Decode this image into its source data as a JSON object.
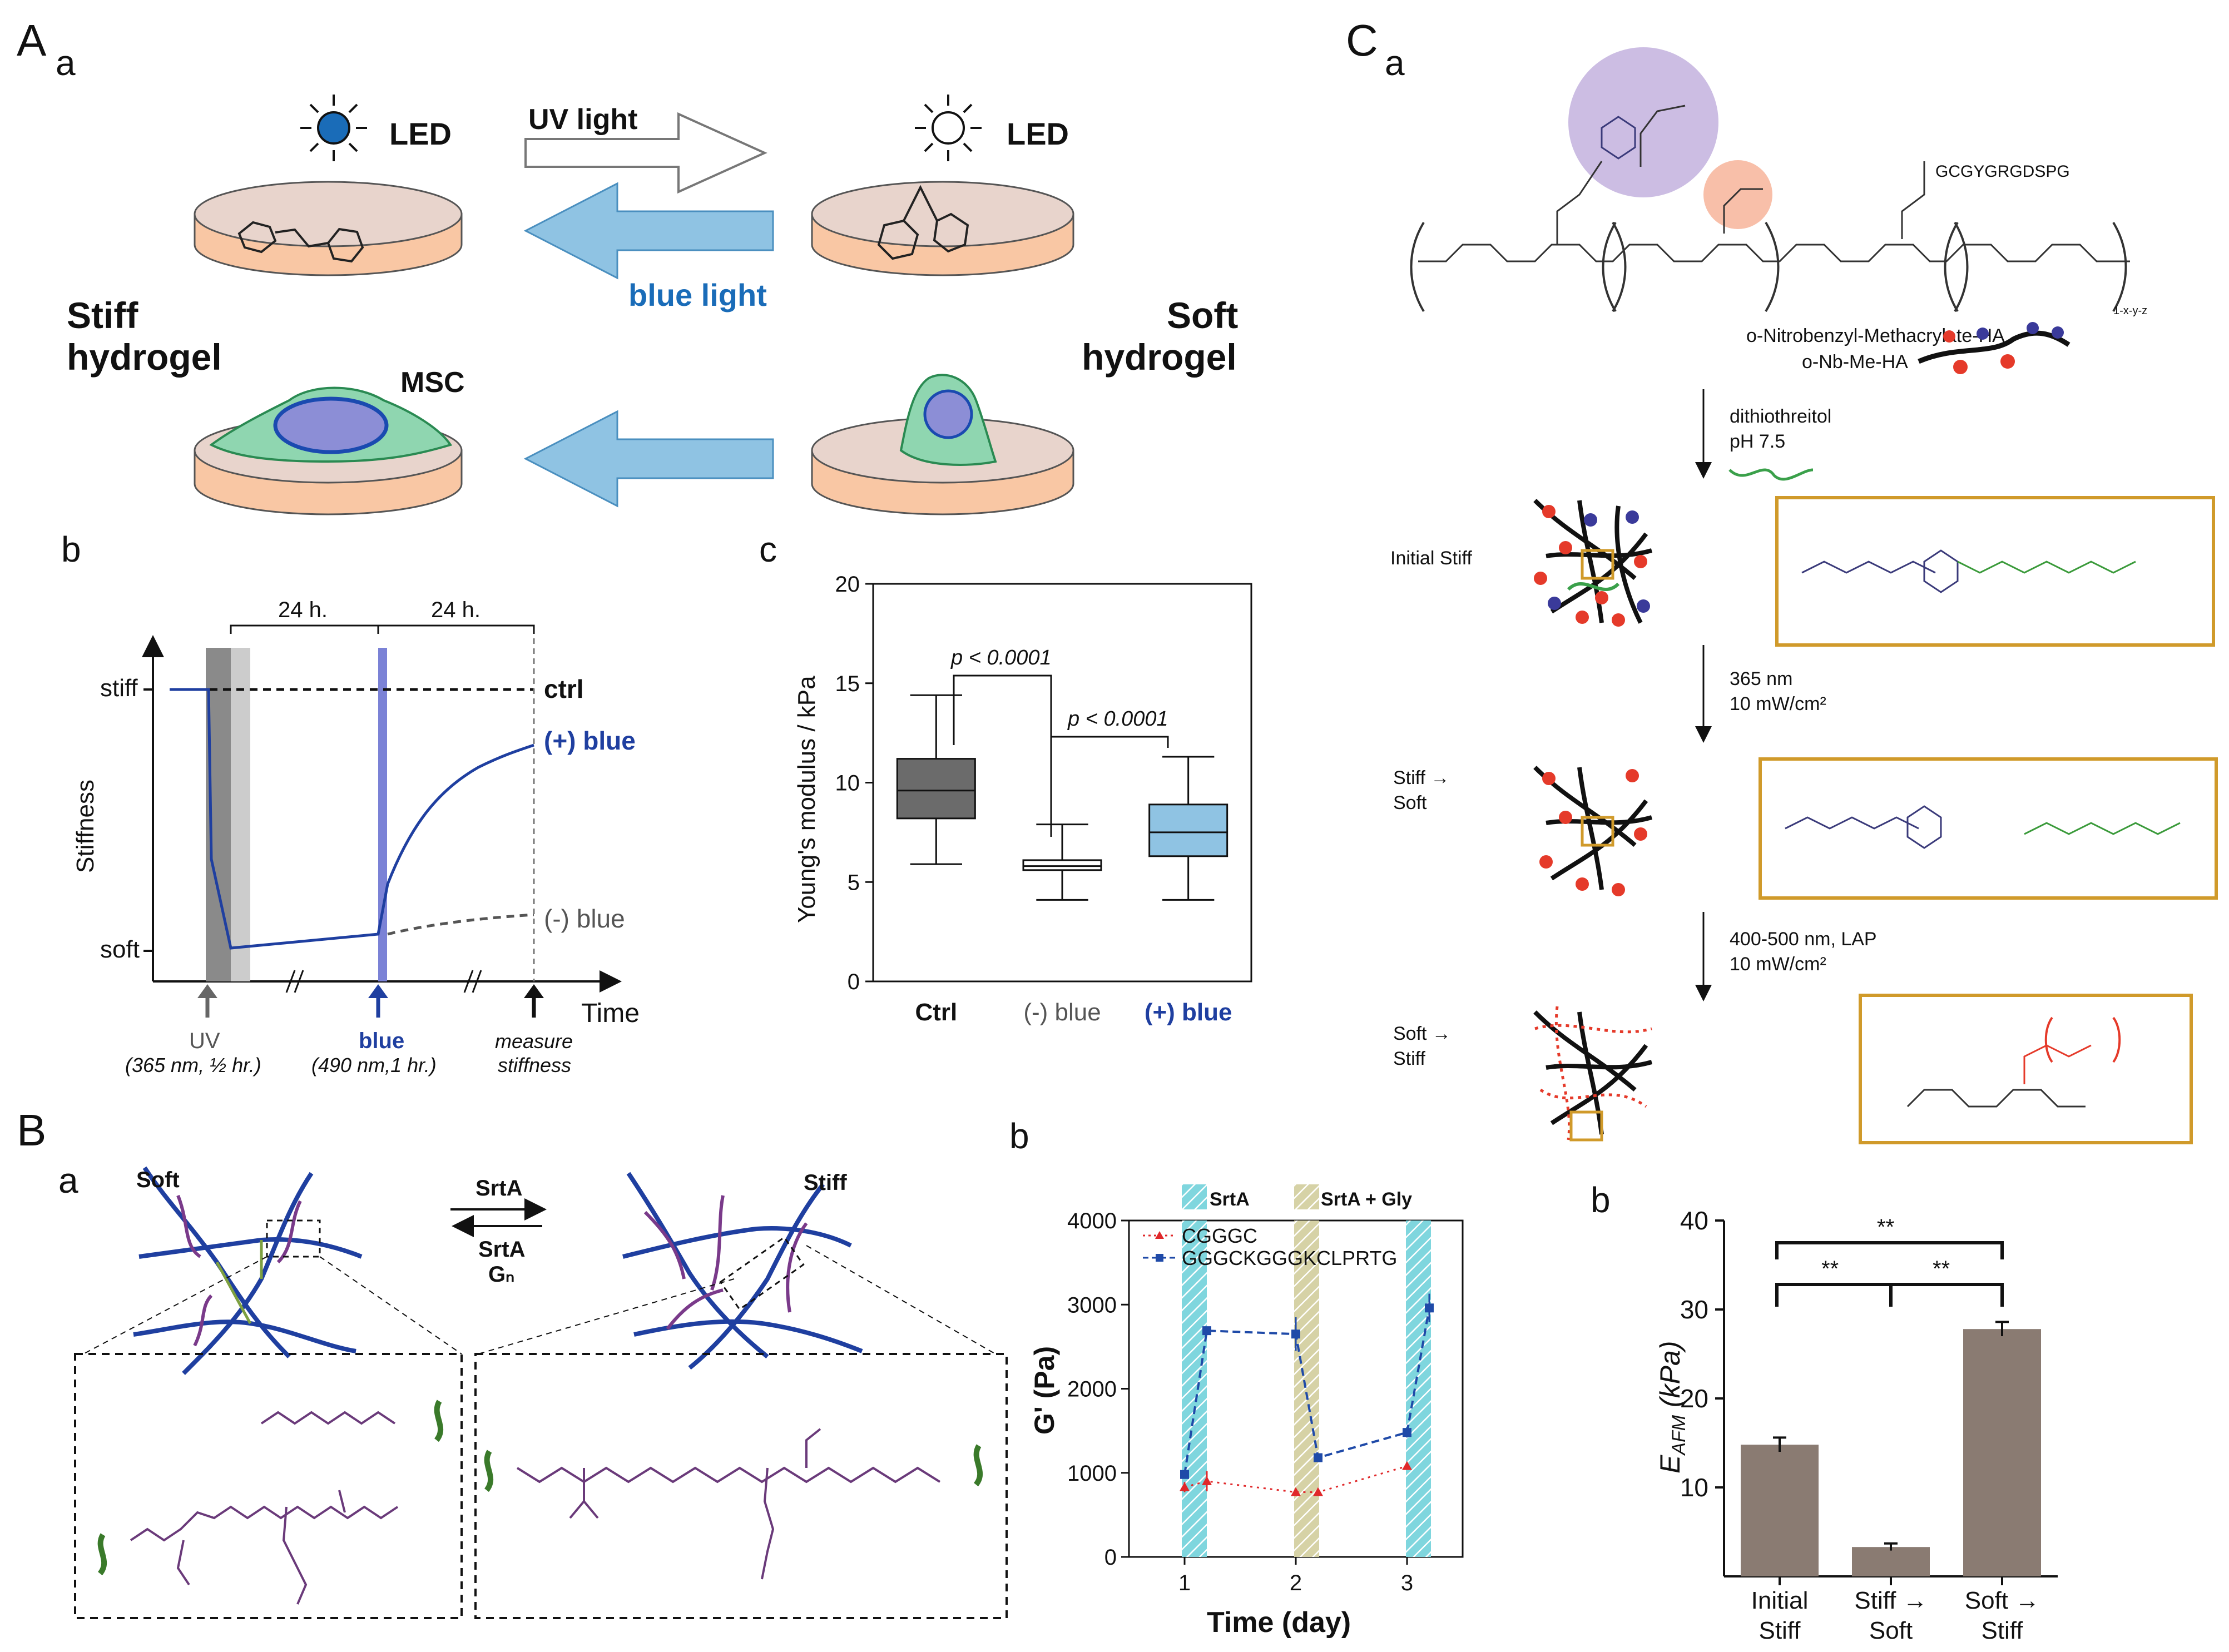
{
  "panel_letters": {
    "A": "A",
    "B": "B",
    "C": "C",
    "a": "a",
    "b": "b",
    "c": "c"
  },
  "A": {
    "a": {
      "led": "LED",
      "uv_light": "UV light",
      "blue_light": "blue light",
      "stiff_1": "Stiff",
      "stiff_2": "hydrogel",
      "soft_1": "Soft",
      "soft_2": "hydrogel",
      "msc": "MSC",
      "colors": {
        "dish": "#f9c7a4",
        "dish_top": "#e8d4cc",
        "arrow_blue": "#8fc3e3",
        "cell": "#8fd6b0",
        "nucleus": "#8c8ed6"
      }
    },
    "b": {
      "stiff": "stiff",
      "soft": "soft",
      "ylabel": "Stiffness",
      "xlabel": "Time",
      "ctrl": "ctrl",
      "plus_blue": "(+) blue",
      "minus_blue": "(-) blue",
      "h24a": "24 h.",
      "h24b": "24 h.",
      "uv": "UV",
      "uv_sub": "(365 nm, ½ hr.)",
      "blue": "blue",
      "blue_sub": "(490 nm,1 hr.)",
      "measure_1": "measure",
      "measure_2": "stiffness"
    },
    "c": {
      "ylabel": "Young's modulus / kPa",
      "p1": "p < 0.0001",
      "p2": "p < 0.0001"
    }
  },
  "B": {
    "a": {
      "soft": "Soft",
      "stiff": "Stiff",
      "srta_top": "SrtA",
      "srta_bot": "SrtA",
      "gn": "Gₙ"
    },
    "b": {
      "band1": "SrtA",
      "band2": "SrtA + Gly",
      "ylabel": "G' (Pa)",
      "xlabel": "Time (day)"
    }
  },
  "C": {
    "a": {
      "peptide": "GCGYGRGDSPG",
      "name1": "o-Nitrobenzyl-Methacrylate-HA",
      "name2": "o-Nb-Me-HA",
      "step1_1": "dithiothreitol",
      "step1_2": "pH 7.5",
      "initial_stiff": "Initial Stiff",
      "step2_1": "365 nm",
      "step2_2": "10 mW/cm²",
      "stiff_soft_1": "Stiff →",
      "stiff_soft_2": "Soft",
      "step3_1": "400-500 nm, LAP",
      "step3_2": "10 mW/cm²",
      "soft_stiff_1": "Soft →",
      "soft_stiff_2": "Stiff",
      "subscripts": "1-x-y-z"
    },
    "b": {
      "ylabel": "E_AFM (kPa)",
      "sig": "**"
    }
  },
  "chart_data": [
    {
      "id": "Ab",
      "type": "line",
      "ylabel": "Stiffness",
      "xlabel": "Time",
      "series": [
        {
          "name": "ctrl",
          "style": "dashed",
          "color": "#111111"
        },
        {
          "name": "(+) blue",
          "style": "solid",
          "color": "#1f3fa0"
        },
        {
          "name": "(-) blue",
          "style": "dashed",
          "color": "#555555"
        }
      ]
    },
    {
      "id": "Ac",
      "type": "box",
      "ylabel": "Young's modulus / kPa",
      "ylim": [
        0,
        20
      ],
      "yticks": [
        0,
        5,
        10,
        15,
        20
      ],
      "categories": [
        "Ctrl",
        "(-) blue",
        "(+) blue"
      ],
      "boxes": [
        {
          "name": "Ctrl",
          "min": 5.9,
          "q1": 8.2,
          "median": 9.6,
          "q3": 11.2,
          "max": 14.4,
          "color": "#6b6b6b",
          "label_color": "#111111"
        },
        {
          "name": "(-) blue",
          "min": 4.1,
          "q1": 5.6,
          "median": 5.8,
          "q3": 6.1,
          "max": 7.9,
          "color": "#ffffff",
          "label_color": "#555555"
        },
        {
          "name": "(+) blue",
          "min": 4.1,
          "q1": 6.3,
          "median": 7.5,
          "q3": 8.9,
          "max": 11.3,
          "color": "#8fc3e3",
          "label_color": "#1f3fa0"
        }
      ]
    },
    {
      "id": "Bb",
      "type": "line",
      "xlabel": "Time (day)",
      "ylabel": "G' (Pa)",
      "ylim": [
        0,
        4000
      ],
      "yticks": [
        0,
        1000,
        2000,
        3000,
        4000
      ],
      "xticks": [
        1,
        2,
        3
      ],
      "series": [
        {
          "name": "CGGGC",
          "color": "#e0282a",
          "x": [
            1.0,
            1.2,
            2.0,
            2.2,
            3.0
          ],
          "y": [
            830,
            900,
            770,
            770,
            1080
          ],
          "err": [
            60,
            120,
            30,
            30,
            30
          ]
        },
        {
          "name": "GGGCKGGGKCLPRTG",
          "color": "#1f4aa8",
          "x": [
            1.0,
            1.2,
            2.0,
            2.2,
            3.0,
            3.2
          ],
          "y": [
            980,
            2690,
            2650,
            1180,
            1480,
            2960
          ],
          "err": [
            40,
            50,
            200,
            40,
            60,
            170
          ]
        }
      ]
    },
    {
      "id": "Cb",
      "type": "bar",
      "ylabel": "E_AFM (kPa)",
      "ylim": [
        0,
        40
      ],
      "yticks": [
        10,
        20,
        30,
        40
      ],
      "categories": [
        "Initial Stiff",
        "Stiff→Soft",
        "Soft→Stiff"
      ],
      "category_lines": [
        [
          "Initial",
          "Stiff"
        ],
        [
          "Stiff →",
          "Soft"
        ],
        [
          "Soft →",
          "Stiff"
        ]
      ],
      "values": [
        14.8,
        3.3,
        27.8
      ],
      "errors": [
        0.8,
        0.4,
        0.8
      ],
      "color": "#8a7b72"
    }
  ]
}
